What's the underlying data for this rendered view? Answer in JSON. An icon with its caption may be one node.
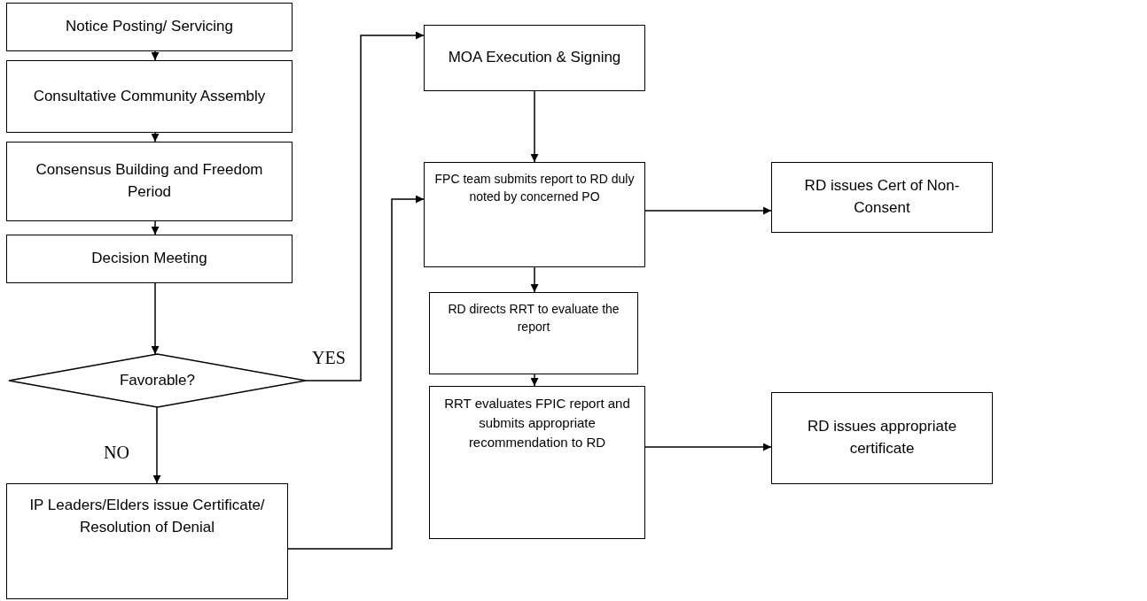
{
  "diagram": {
    "nodes": [
      {
        "text": [
          "Notice Posting/ Servicing"
        ]
      },
      {
        "text": [
          "Consultative Community Assembly"
        ]
      },
      {
        "text": [
          "Consensus Building and Freedom Period"
        ]
      },
      {
        "text": [
          "Decision Meeting"
        ]
      },
      {
        "text": [
          "Favorable?"
        ]
      },
      {
        "text": [
          "IP Leaders/Elders issue Certificate/ Resolution of Denial"
        ]
      },
      {
        "text": [
          "MOA Execution & Signing"
        ]
      },
      {
        "text": [
          "FPC team submits report to RD duly noted by concerned PO"
        ]
      },
      {
        "text": [
          "RD directs RRT to evaluate the report"
        ]
      },
      {
        "text": [
          "RRT evaluates FPIC report and submits appropriate recommendation to RD"
        ]
      },
      {
        "text": [
          "RD issues Cert of Non-Consent"
        ]
      },
      {
        "text": [
          "RD issues appropriate certificate"
        ]
      }
    ],
    "edges": [
      {
        "from": 0,
        "to": 1,
        "arrow": "to"
      },
      {
        "from": 1,
        "to": 2,
        "arrow": "to"
      },
      {
        "from": 2,
        "to": 3,
        "arrow": "to"
      },
      {
        "from": 3,
        "to": 4,
        "arrow": "to"
      },
      {
        "from": 4,
        "to": 5,
        "arrow": "to",
        "label": "NO"
      },
      {
        "from": 4,
        "to": 6,
        "arrow": "to",
        "label": "YES"
      },
      {
        "from": 5,
        "to": 7,
        "arrow": "to"
      },
      {
        "from": 6,
        "to": 7,
        "arrow": "to"
      },
      {
        "from": 7,
        "to": 8,
        "arrow": "to"
      },
      {
        "from": 8,
        "to": 9,
        "arrow": "to"
      },
      {
        "from": 7,
        "to": 10,
        "arrow": "to"
      },
      {
        "from": 9,
        "to": 11,
        "arrow": "to"
      }
    ]
  }
}
